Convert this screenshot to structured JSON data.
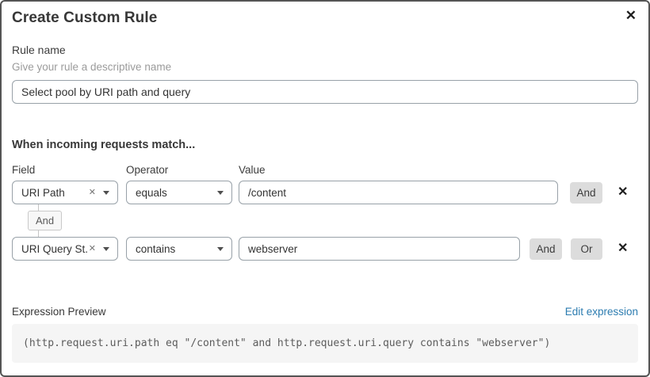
{
  "dialog": {
    "title": "Create Custom Rule"
  },
  "icons": {
    "close": "✕",
    "clear": "✕",
    "delete": "✕"
  },
  "rule_name": {
    "label": "Rule name",
    "helper": "Give your rule a descriptive name",
    "value": "Select pool by URI path and query"
  },
  "match": {
    "heading": "When incoming requests match...",
    "columns": {
      "field": "Field",
      "operator": "Operator",
      "value": "Value"
    },
    "rows": [
      {
        "field": "URI Path",
        "operator": "equals",
        "value": "/content",
        "and_label": "And"
      },
      {
        "field": "URI Query St...",
        "operator": "contains",
        "value": "webserver",
        "and_label": "And",
        "or_label": "Or"
      }
    ],
    "connector": "And"
  },
  "expression": {
    "label": "Expression Preview",
    "edit_link": "Edit expression",
    "code": "(http.request.uri.path eq \"/content\" and http.request.uri.query contains \"webserver\")"
  },
  "colors": {
    "link_blue": "#2c7cb0",
    "button_gray": "#dcdcdc",
    "code_bg": "#f5f5f5",
    "input_border": "#98a1a8",
    "dialog_border": "#545454"
  }
}
